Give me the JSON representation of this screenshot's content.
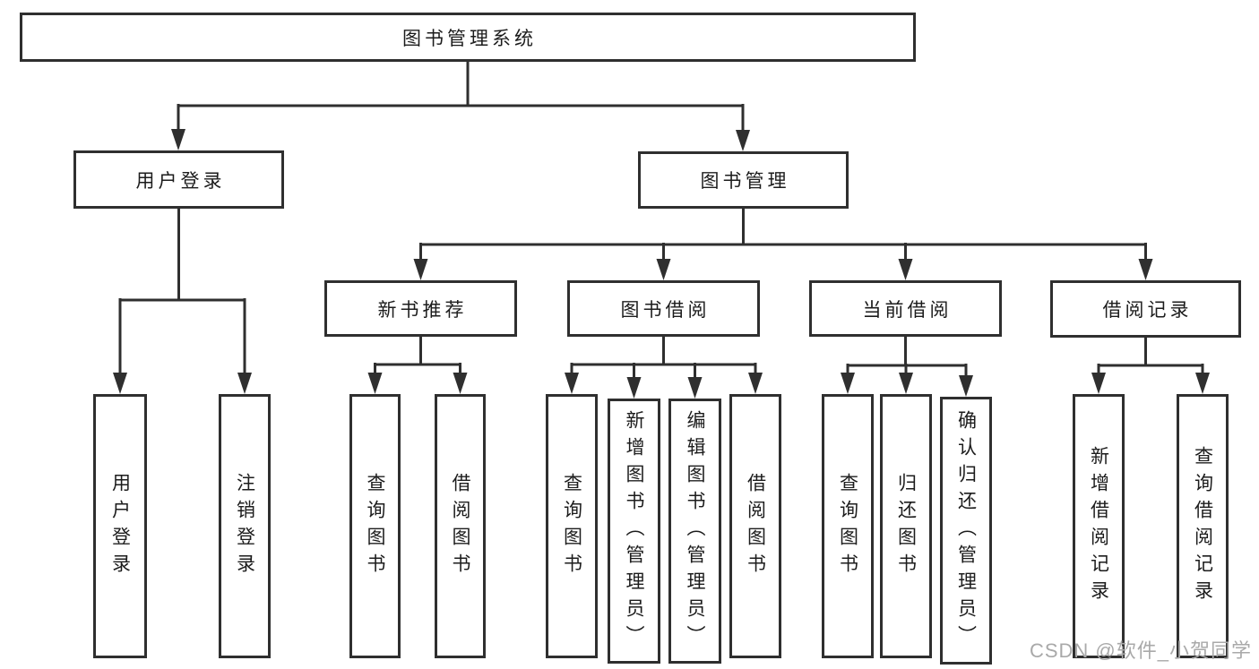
{
  "nodes": {
    "root": {
      "label": "图书管理系统"
    },
    "user_login": {
      "label": "用户登录"
    },
    "book_mgmt": {
      "label": "图书管理"
    },
    "new_book_rec": {
      "label": "新书推荐"
    },
    "book_borrow": {
      "label": "图书借阅"
    },
    "current_borrow": {
      "label": "当前借阅"
    },
    "borrow_record": {
      "label": "借阅记录"
    },
    "leaf_user_login": {
      "label": "用户登录"
    },
    "leaf_logout": {
      "label": "注销登录"
    },
    "leaf_nbr_query": {
      "label": "查询图书"
    },
    "leaf_nbr_borrow": {
      "label": "借阅图书"
    },
    "leaf_bb_query": {
      "label": "查询图书"
    },
    "leaf_bb_add": {
      "label": "新增图书（管理员）"
    },
    "leaf_bb_edit": {
      "label": "编辑图书（管理员）"
    },
    "leaf_bb_borrow": {
      "label": "借阅图书"
    },
    "leaf_cb_query": {
      "label": "查询图书"
    },
    "leaf_cb_return": {
      "label": "归还图书"
    },
    "leaf_cb_confirm": {
      "label": "确认归还（管理员）"
    },
    "leaf_br_add": {
      "label": "新增借阅记录"
    },
    "leaf_br_query": {
      "label": "查询借阅记录"
    }
  },
  "hierarchy": {
    "图书管理系统": {
      "用户登录": [
        "用户登录",
        "注销登录"
      ],
      "图书管理": {
        "新书推荐": [
          "查询图书",
          "借阅图书"
        ],
        "图书借阅": [
          "查询图书",
          "新增图书（管理员）",
          "编辑图书（管理员）",
          "借阅图书"
        ],
        "当前借阅": [
          "查询图书",
          "归还图书",
          "确认归还（管理员）"
        ],
        "借阅记录": [
          "新增借阅记录",
          "查询借阅记录"
        ]
      }
    }
  },
  "watermark": {
    "text": "CSDN @软件_小贺同学"
  },
  "colors": {
    "line": "#2f2f2f",
    "box_border": "#2f2f2f",
    "text": "#1c1c1c",
    "watermark": "#a9a9a9",
    "background": "#ffffff"
  }
}
